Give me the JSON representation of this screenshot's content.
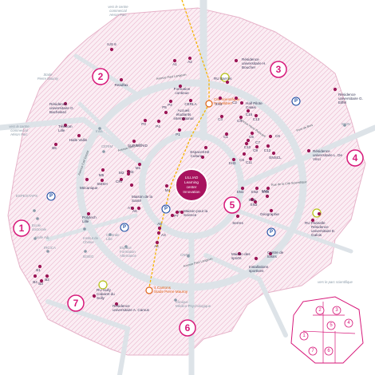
{
  "external_labels": {
    "north": [
      "vers le centre",
      "commercial",
      "Heron Parc"
    ],
    "stade": [
      "Stade",
      "Pierre Mauroy"
    ],
    "west": [
      "vers le centre",
      "commercial",
      "Héron Parc"
    ],
    "east": [
      "vers le parc scientifique",
      "de la Haute Borne"
    ]
  },
  "road_labels": {
    "langevin": "Avenue Paul Langevin",
    "bohr": "Avenue Niels Bohr",
    "poincare": "Avenue Henri Poincaré",
    "carnot": "Avenue Carl Gauss",
    "langevin2": "Avenue Paul Langevin",
    "pont": "Pont de Bois",
    "cite": "Rue de la Cité Scientifique"
  },
  "zones": [
    {
      "num": "1"
    },
    {
      "num": "2"
    },
    {
      "num": "3"
    },
    {
      "num": "4"
    },
    {
      "num": "5"
    },
    {
      "num": "6"
    },
    {
      "num": "7"
    }
  ],
  "center": {
    "lines": [
      "LILLIAD",
      "Learning",
      "center",
      "Innovation"
    ]
  },
  "tram_stops": [
    {
      "lines": [
        "Cité scientifique",
        "Pr Gellibert"
      ]
    },
    {
      "lines": [
        "4 Cantons",
        "Stade Pierre Mauroy"
      ]
    }
  ],
  "parking": "P",
  "places": [
    {
      "name": "IUS 6"
    },
    {
      "name": "A1"
    },
    {
      "name": "A2"
    },
    {
      "name": "Résidence universitaire H. Boucher"
    },
    {
      "name": "RU Barrois"
    },
    {
      "name": "Readfax"
    },
    {
      "name": "Formation continue"
    },
    {
      "name": "CERLA"
    },
    {
      "name": "P3"
    },
    {
      "name": "P4"
    },
    {
      "name": "P5"
    },
    {
      "name": "P2"
    },
    {
      "name": "P1"
    },
    {
      "name": "Accueil étudiants international"
    },
    {
      "name": "SUP/SUAID"
    },
    {
      "name": "Espace Culture"
    },
    {
      "name": "SH2"
    },
    {
      "name": "C3"
    },
    {
      "name": "C2"
    },
    {
      "name": "C1"
    },
    {
      "name": "C4"
    },
    {
      "name": "C5"
    },
    {
      "name": "C6"
    },
    {
      "name": "C7"
    },
    {
      "name": "C8"
    },
    {
      "name": "C9"
    },
    {
      "name": "C10"
    },
    {
      "name": "C11"
    },
    {
      "name": "C12"
    },
    {
      "name": "C13"
    },
    {
      "name": "C16"
    },
    {
      "name": "SH1"
    },
    {
      "name": "SH3"
    },
    {
      "name": "Hall Pilote Calais"
    },
    {
      "name": "ENSCL"
    },
    {
      "name": "Résidence universitaire G. Bachelard"
    },
    {
      "name": "Télécom Lille"
    },
    {
      "name": "B5"
    },
    {
      "name": "Halle Vallin"
    },
    {
      "name": "M5"
    },
    {
      "name": "SMSH"
    },
    {
      "name": "M2"
    },
    {
      "name": "M3"
    },
    {
      "name": "M1"
    },
    {
      "name": "CRI"
    },
    {
      "name": "Mécanique"
    },
    {
      "name": "A6"
    },
    {
      "name": "A7"
    },
    {
      "name": "Maison de la Santé"
    },
    {
      "name": "M4"
    },
    {
      "name": "P6"
    },
    {
      "name": "P7"
    },
    {
      "name": "A3"
    },
    {
      "name": "A4"
    },
    {
      "name": "A5"
    },
    {
      "name": "Maison pour la Science"
    },
    {
      "name": "SN1"
    },
    {
      "name": "SN2"
    },
    {
      "name": "SN3"
    },
    {
      "name": "SN4"
    },
    {
      "name": "SN5"
    },
    {
      "name": "SN6"
    },
    {
      "name": "Géographie"
    },
    {
      "name": "Serres"
    },
    {
      "name": "Polytech Lille"
    },
    {
      "name": "Résidence universitaire G. Eiffel"
    },
    {
      "name": "Résidence universitaire L. De Vinci"
    },
    {
      "name": "RU Pariselle"
    },
    {
      "name": "Résidence universitaire E. Galois"
    },
    {
      "name": "Maison des sports"
    },
    {
      "name": "Installations sportives"
    },
    {
      "name": "Centre de loisirs"
    },
    {
      "name": "B1"
    },
    {
      "name": "B2"
    },
    {
      "name": "B3"
    },
    {
      "name": "B4"
    },
    {
      "name": "RU Sully Cabaret du Sully"
    },
    {
      "name": "Résidence universitaire A. Camus"
    }
  ],
  "grey_places": [
    {
      "name": "ESPE/STAPS"
    },
    {
      "name": "Ecole doctorale"
    },
    {
      "name": "Institut de Chimie"
    },
    {
      "name": "IRCICA"
    },
    {
      "name": "Halle Adj."
    },
    {
      "name": "Inria"
    },
    {
      "name": "Centrale Lille"
    },
    {
      "name": "IEMN"
    },
    {
      "name": "CERIM"
    },
    {
      "name": "IESEG"
    },
    {
      "name": "Espace Formation Alternance"
    },
    {
      "name": "CNRS"
    },
    {
      "name": "Clinique Médico-Psychologique"
    }
  ],
  "colors": {
    "zone": "#d7197a",
    "building": "#9b1556",
    "grey_building": "#8a9aa8",
    "restaurant": "#b7c41c",
    "parking": "#1f4fa3",
    "tram": "#f5b400",
    "tram_stop": "#e0651a",
    "campus_fill": "#f5dde8"
  },
  "mini_map": {
    "numbers": [
      "1",
      "2",
      "3",
      "4",
      "5",
      "6",
      "7"
    ]
  }
}
